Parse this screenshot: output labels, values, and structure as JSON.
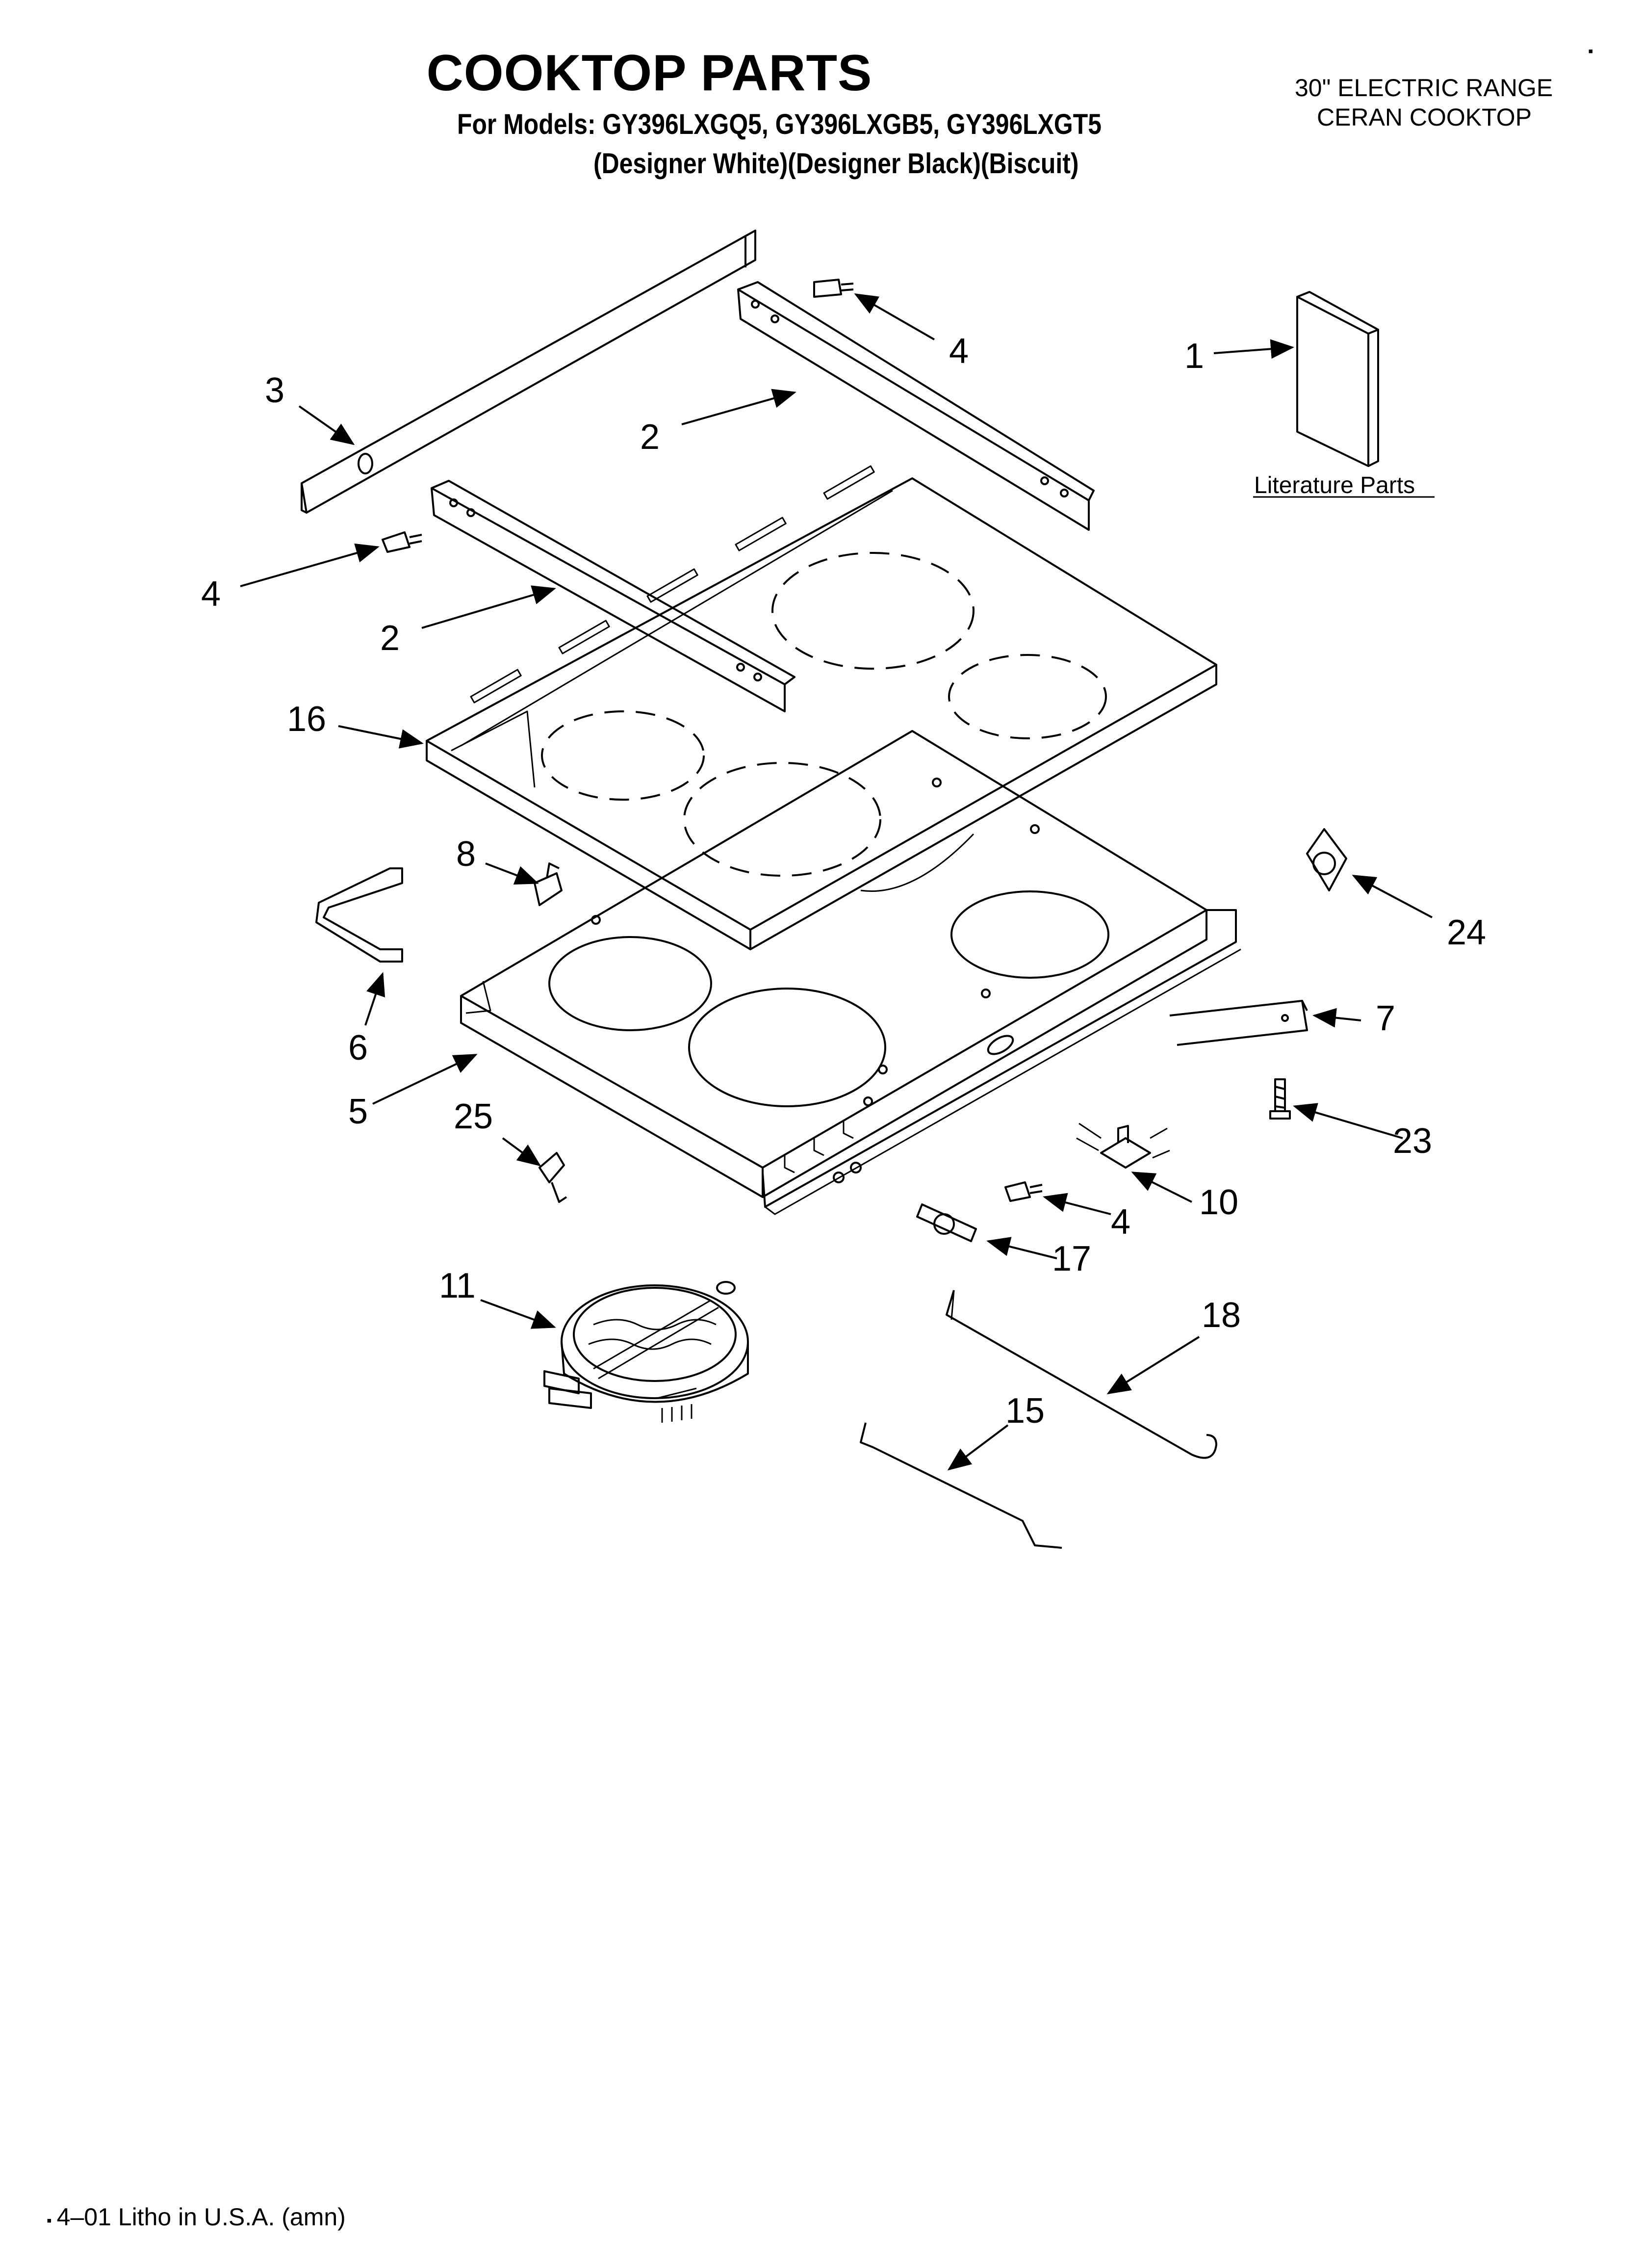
{
  "header": {
    "title": "COOKTOP PARTS",
    "models_line": "For Models: GY396LXGQ5, GY396LXGB5, GY396LXGT5",
    "colors_line": "(Designer White)(Designer Black)(Biscuit)",
    "range_line1": "30\" ELECTRIC RANGE",
    "range_line2": "CERAN COOKTOP"
  },
  "literature_label": "Literature Parts",
  "callouts": {
    "c1": "1",
    "c2a": "2",
    "c2b": "2",
    "c3": "3",
    "c4a": "4",
    "c4b": "4",
    "c4c": "4",
    "c5": "5",
    "c6": "6",
    "c7": "7",
    "c8": "8",
    "c10": "10",
    "c11": "11",
    "c15": "15",
    "c16": "16",
    "c17": "17",
    "c18": "18",
    "c23": "23",
    "c24": "24",
    "c25": "25"
  },
  "footer": {
    "mark": "▪",
    "text": "4–01 Litho in U.S.A. (amn)"
  },
  "corner_mark": "▪"
}
